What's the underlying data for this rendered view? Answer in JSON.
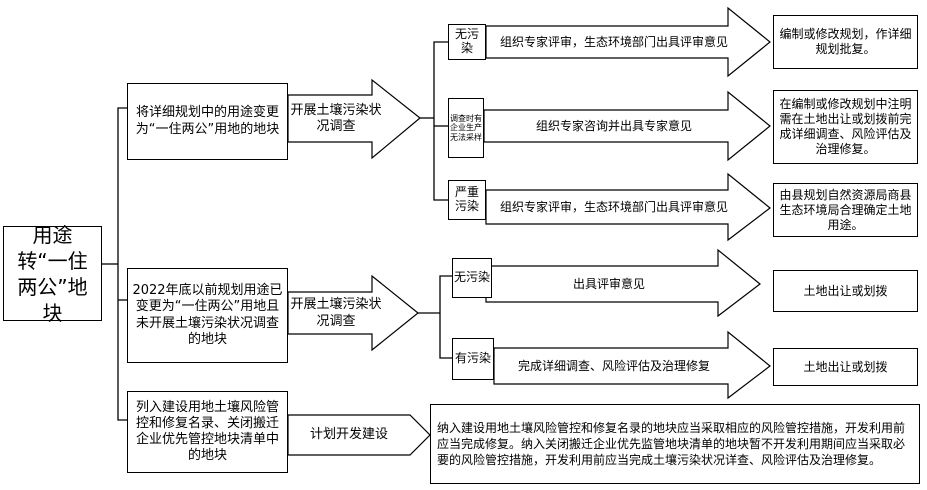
{
  "root": "用途转“一住两公”地块",
  "branches": [
    {
      "condition": "将详细规划中的用途变更为“一住两公”用地的地块",
      "action": "开展土壤污染状况调查",
      "outcomes": [
        {
          "label": "无污染",
          "process": "组织专家评审，生态环境部门出具评审意见",
          "result": "编制或修改规划，作详细规划批复。"
        },
        {
          "label": "调查时有企业生产无法采样",
          "process": "组织专家咨询并出具专家意见",
          "result": "在编制或修改规划中注明需在土地出让或划拨前完成详细调查、风险评估及治理修复。"
        },
        {
          "label": "严重污染",
          "process": "组织专家评审，生态环境部门出具评审意见",
          "result": "由县规划自然资源局商县生态环境局合理确定土地用途。"
        }
      ]
    },
    {
      "condition": "2022年底以前规划用途已变更为“一住两公”用地且未开展土壤污染状况调查的地块",
      "action": "开展土壤污染状况调查",
      "outcomes": [
        {
          "label": "无污染",
          "process": "出具评审意见",
          "result": "土地出让或划拨"
        },
        {
          "label": "有污染",
          "process": "完成详细调查、风险评估及治理修复",
          "result": "土地出让或划拨"
        }
      ]
    },
    {
      "condition": "列入建设用地土壤风险管控和修复名录、关闭搬迁企业优先管控地块清单中的地块",
      "action": "计划开发建设",
      "note": "纳入建设用地土壤风险管控和修复名录的地块应当采取相应的风险管控措施，开发利用前应当完成修复。纳入关闭搬迁企业优先监管地块清单的地块暂不开发利用期间应当采取必要的风险管控措施，开发利用前应当完成土壤污染状况详查、风险评估及治理修复。"
    }
  ]
}
